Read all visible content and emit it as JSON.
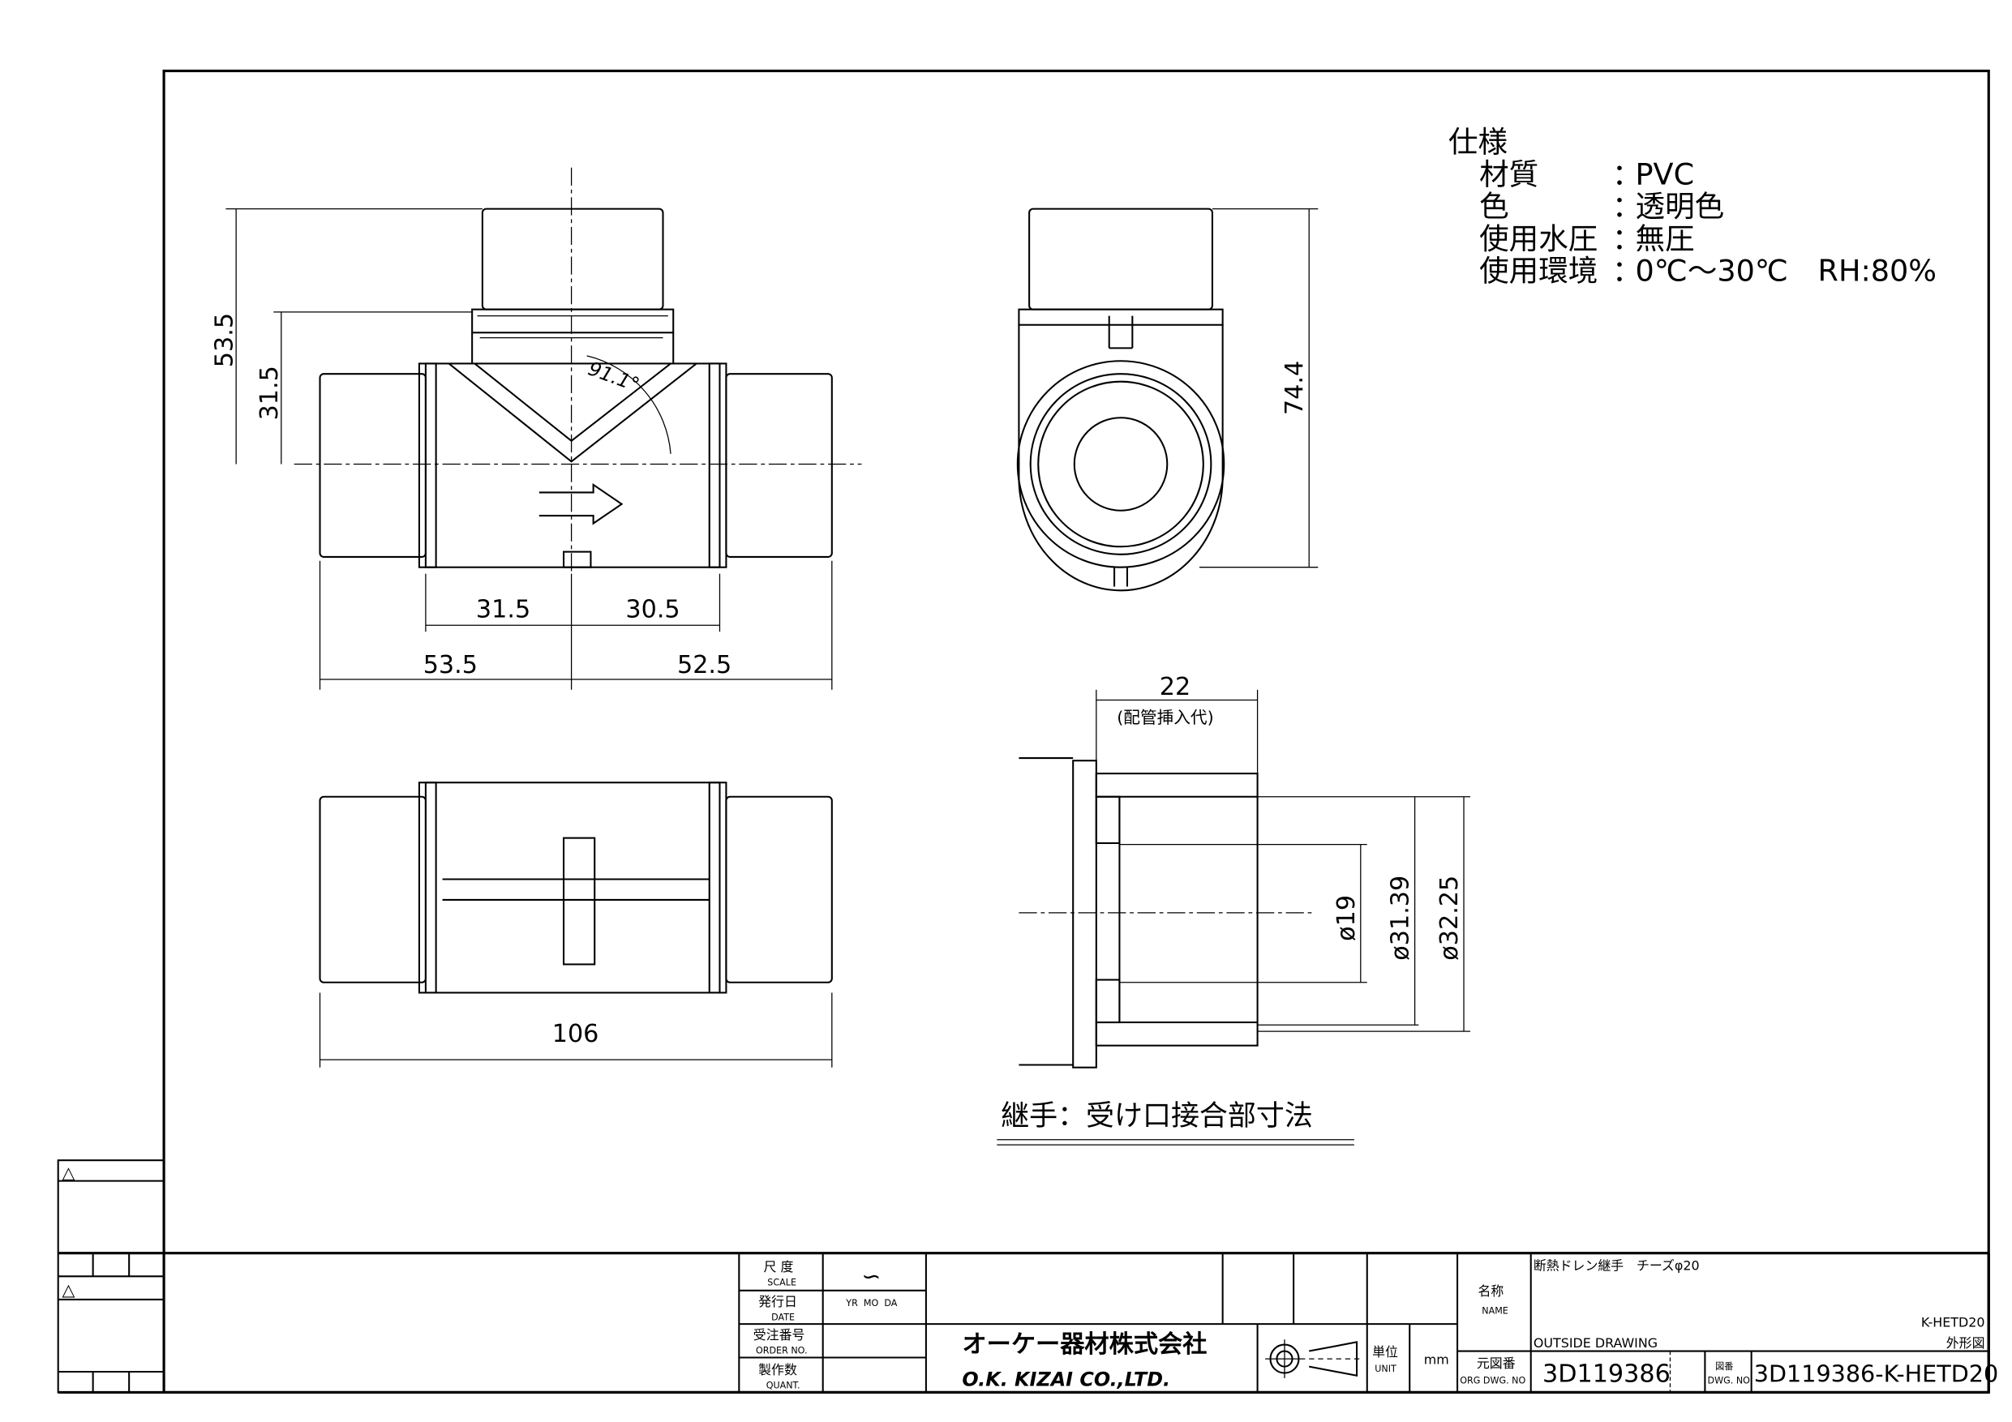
{
  "spec": {
    "heading": "仕様",
    "rows": [
      {
        "label": "材質",
        "sep": "：",
        "value": "PVC"
      },
      {
        "label": "色",
        "sep": "：",
        "value": "透明色"
      },
      {
        "label": "使用水圧",
        "sep": "：",
        "value": "無圧"
      },
      {
        "label": "使用環境",
        "sep": "：",
        "value": "0℃～30℃　RH:80%"
      }
    ]
  },
  "front_view": {
    "dim_height_total": "53.5",
    "dim_height_center": "31.5",
    "angle": "91.1°",
    "dim_left_inner": "31.5",
    "dim_right_inner": "30.5",
    "dim_left_outer": "53.5",
    "dim_right_outer": "52.5"
  },
  "side_view": {
    "dim_height": "74.4"
  },
  "bottom_view": {
    "dim_length": "106"
  },
  "section_view": {
    "dim_insert": "22",
    "dim_insert_note": "(配管挿入代)",
    "dia_1": "ø19",
    "dia_2": "ø31.39",
    "dia_3": "ø32.25",
    "caption": "継手：受け口接合部寸法"
  },
  "revision_marks": [
    "△",
    "△"
  ],
  "title_block": {
    "scale_label": "尺 度",
    "scale_label_en": "SCALE",
    "scale_value": "∽",
    "date_label": "発行日",
    "date_label_en": "DATE",
    "date_value": "YR  MO  DA",
    "order_label": "受注番号",
    "order_label_en": "ORDER NO.",
    "quant_label": "製作数",
    "quant_label_en": "QUANT.",
    "company_jp": "オーケー器材株式会社",
    "company_en": "O.K. KIZAI CO.,LTD.",
    "unit_label": "単位",
    "unit_label_en": "UNIT",
    "unit_value": "mm",
    "name_label": "名称",
    "name_label_en": "NAME",
    "name_value": "断熱ドレン継手　チーズφ20",
    "outside_drawing": "OUTSIDE DRAWING",
    "model": "K-HETD20",
    "drawing_type": "外形図",
    "org_dwg_label": "元図番",
    "org_dwg_label_en": "ORG DWG. NO",
    "org_dwg_value": "3D119386",
    "dwg_label": "図番",
    "dwg_label_en": "DWG. NO",
    "dwg_value": "3D119386-K-HETD20"
  }
}
